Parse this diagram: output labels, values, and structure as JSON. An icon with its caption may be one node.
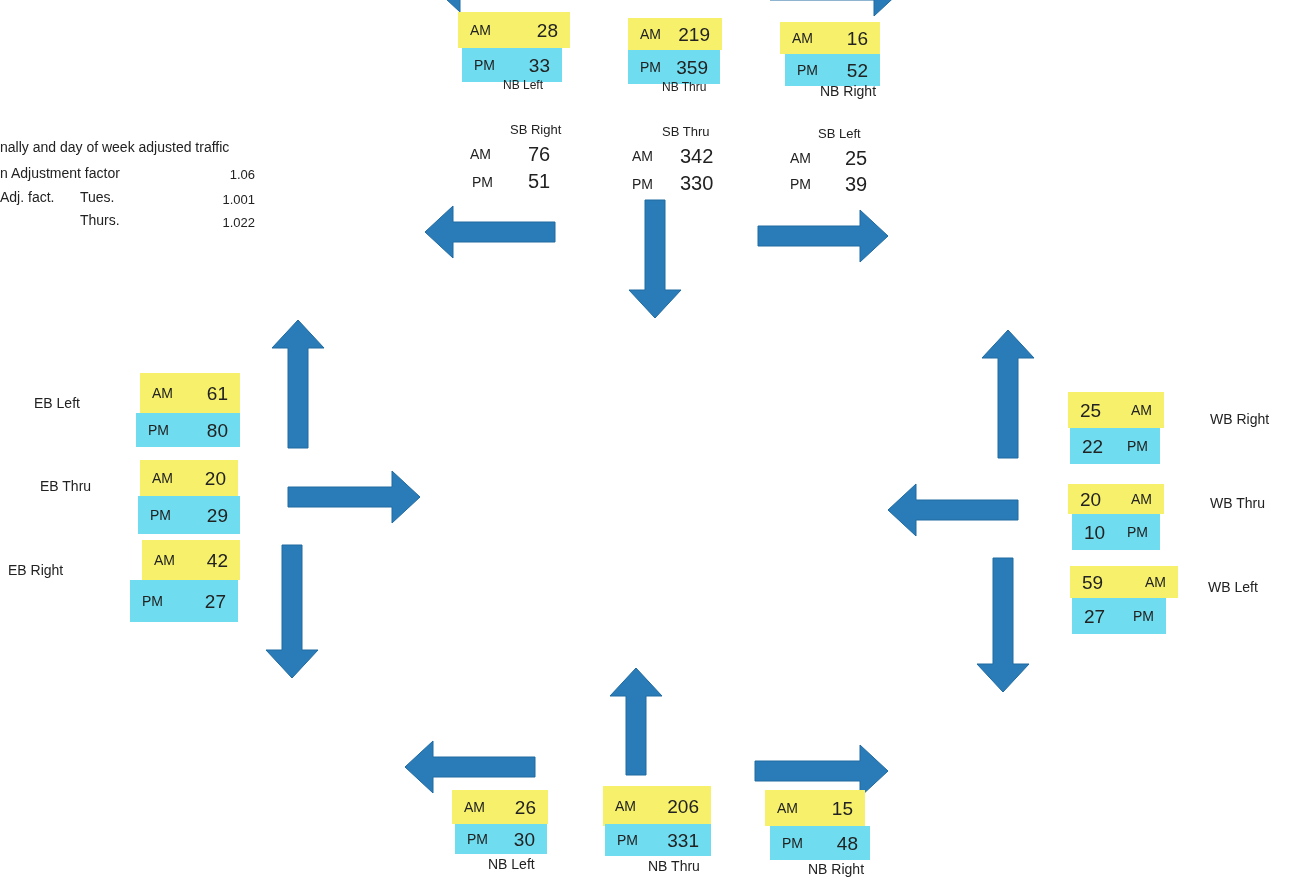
{
  "diagram": {
    "nodes": [
      {
        "text": [
          "AM",
          "28"
        ]
      },
      {
        "text": [
          "AM",
          "219"
        ]
      },
      {
        "text": [
          "AM",
          "16"
        ]
      },
      {
        "text": [
          "PM",
          "33"
        ]
      },
      {
        "text": [
          "PM",
          "359"
        ]
      },
      {
        "text": [
          "PM",
          "52"
        ]
      },
      {
        "text": [
          "AM",
          "61"
        ]
      },
      {
        "text": [
          "PM",
          "80"
        ]
      },
      {
        "text": [
          "AM",
          "20"
        ]
      },
      {
        "text": [
          "PM",
          "29"
        ]
      },
      {
        "text": [
          "AM",
          "42"
        ]
      },
      {
        "text": [
          "PM",
          "27"
        ]
      },
      {
        "text": [
          "25",
          "AM"
        ]
      },
      {
        "text": [
          "22",
          "PM"
        ]
      },
      {
        "text": [
          "20",
          "AM"
        ]
      },
      {
        "text": [
          "10",
          "PM"
        ]
      },
      {
        "text": [
          "59",
          "AM"
        ]
      },
      {
        "text": [
          "27",
          "PM"
        ]
      },
      {
        "text": [
          "AM",
          "26"
        ]
      },
      {
        "text": [
          "AM",
          "206"
        ]
      },
      {
        "text": [
          "AM",
          "15"
        ]
      },
      {
        "text": [
          "PM",
          "30"
        ]
      },
      {
        "text": [
          "PM",
          "331"
        ]
      },
      {
        "text": [
          "PM",
          "48"
        ]
      }
    ],
    "labels": [
      "NB Left",
      "NB Thru",
      "NB Right",
      "SB Right",
      "SB Thru",
      "SB Left",
      "nally and day of week adjusted traffic",
      "AM",
      "76",
      "AM",
      "342",
      "AM",
      "25",
      "n Adjustment factor",
      "1.06",
      "PM",
      "51",
      "PM",
      "330",
      "PM",
      "39",
      "Adj. fact.",
      "Tues.",
      "1.001",
      "Thurs.",
      "1.022",
      "EB Left",
      "WB Right",
      "EB Thru",
      "WB Thru",
      "EB Right",
      "WB Left",
      "NB Left",
      "NB Thru",
      "NB Right"
    ]
  }
}
